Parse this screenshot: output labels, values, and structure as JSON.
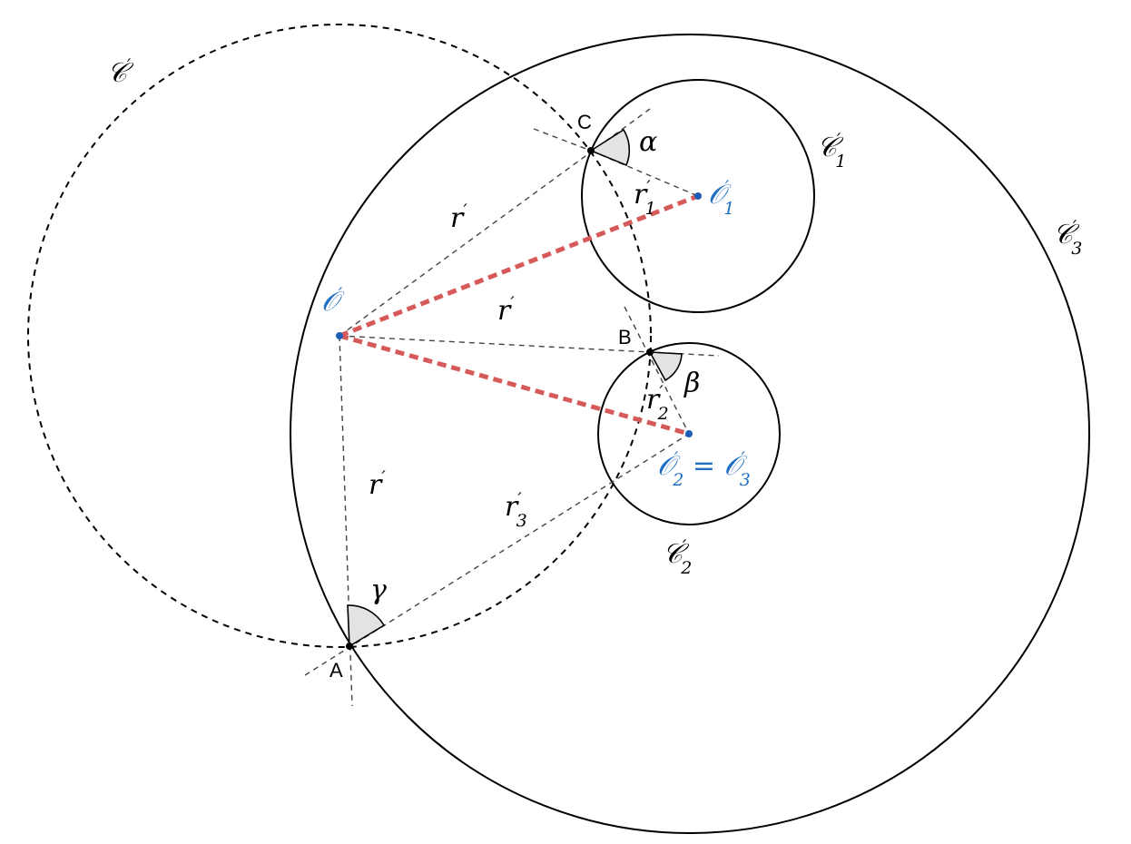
{
  "points": {
    "A": "A",
    "B": "B",
    "C": "C"
  },
  "circles": {
    "C_prime": {
      "main": "𝒞",
      "sup": "′"
    },
    "C1": {
      "main": "𝒞",
      "sup": "′",
      "sub": "1"
    },
    "C2": {
      "main": "𝒞",
      "sup": "′",
      "sub": "2"
    },
    "C3": {
      "main": "𝒞",
      "sup": "′",
      "sub": "3"
    }
  },
  "centers": {
    "O_prime": {
      "main": "𝒪",
      "sup": "′"
    },
    "O1": {
      "main": "𝒪",
      "sup": "′",
      "sub": "1"
    },
    "O2_eq_O3": {
      "left": "𝒪",
      "left_sup": "′",
      "left_sub": "2",
      "eq": " = ",
      "right": "𝒪",
      "right_sup": "′",
      "right_sub": "3"
    }
  },
  "radii": {
    "r_prime": {
      "main": "r",
      "sup": "′"
    },
    "r1": {
      "main": "r",
      "sup": "′",
      "sub": "1"
    },
    "r2": {
      "main": "r",
      "sup": "′",
      "sub": "2"
    },
    "r3": {
      "main": "r",
      "sup": "′",
      "sub": "3"
    }
  },
  "angles": {
    "alpha": "α",
    "beta": "β",
    "gamma": "γ"
  },
  "colors": {
    "center_blue": "#1f6fc4",
    "highlight_red": "#d75a5a",
    "angle_fill": "#e3e3e3"
  }
}
